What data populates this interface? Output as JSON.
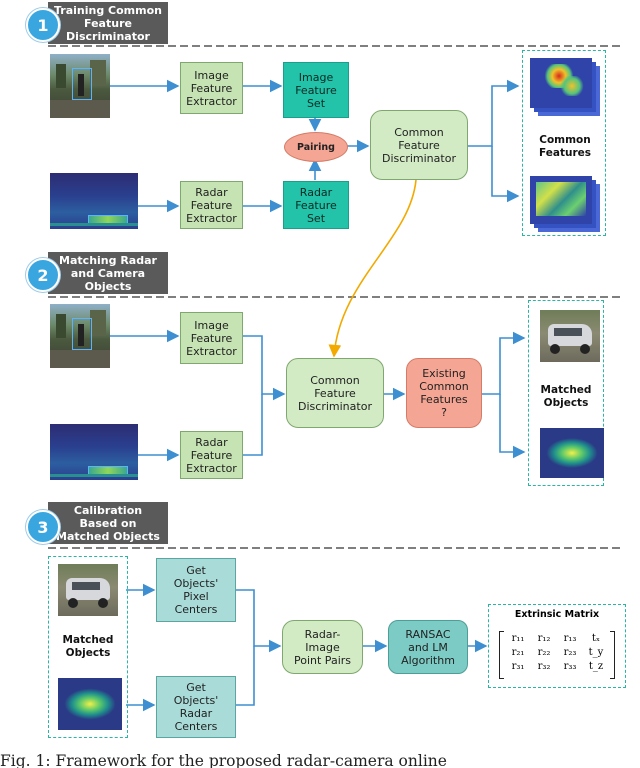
{
  "sections": [
    {
      "number": "1",
      "title": "Training Common\nFeature\nDiscriminator"
    },
    {
      "number": "2",
      "title": "Matching Radar\nand Camera\nObjects"
    },
    {
      "number": "3",
      "title": "Calibration\nBased on\nMatched Objects"
    }
  ],
  "s1": {
    "image_extractor": "Image\nFeature\nExtractor",
    "image_feature_set": "Image\nFeature\nSet",
    "radar_extractor": "Radar\nFeature\nExtractor",
    "radar_feature_set": "Radar\nFeature\nSet",
    "pairing": "Pairing",
    "discriminator": "Common\nFeature\nDiscriminator",
    "output_label": "Common\nFeatures"
  },
  "s2": {
    "image_extractor": "Image\nFeature\nExtractor",
    "radar_extractor": "Radar\nFeature\nExtractor",
    "discriminator": "Common\nFeature\nDiscriminator",
    "existing": "Existing\nCommon\nFeatures\n?",
    "output_label": "Matched\nObjects"
  },
  "s3": {
    "input_label": "Matched\nObjects",
    "pixel_centers": "Get\nObjects'\nPixel\nCenters",
    "radar_centers": "Get\nObjects'\nRadar\nCenters",
    "point_pairs": "Radar-\nImage\nPoint Pairs",
    "ransac": "RANSAC\nand LM\nAlgorithm",
    "matrix_title": "Extrinsic Matrix",
    "matrix": [
      [
        "r₁₁",
        "r₁₂",
        "r₁₃",
        "tₓ"
      ],
      [
        "r₂₁",
        "r₂₂",
        "r₂₃",
        "t_y"
      ],
      [
        "r₃₁",
        "r₃₂",
        "r₃₃",
        "t_z"
      ]
    ]
  },
  "caption": "Fig.  1:  Framework  for  the  proposed  radar-camera  online",
  "colors": {
    "arrow": "#3d8fd1",
    "orange_arrow": "#f2a900",
    "teal_dash": "#2bb5a5",
    "badge": "#3aa6e0"
  }
}
